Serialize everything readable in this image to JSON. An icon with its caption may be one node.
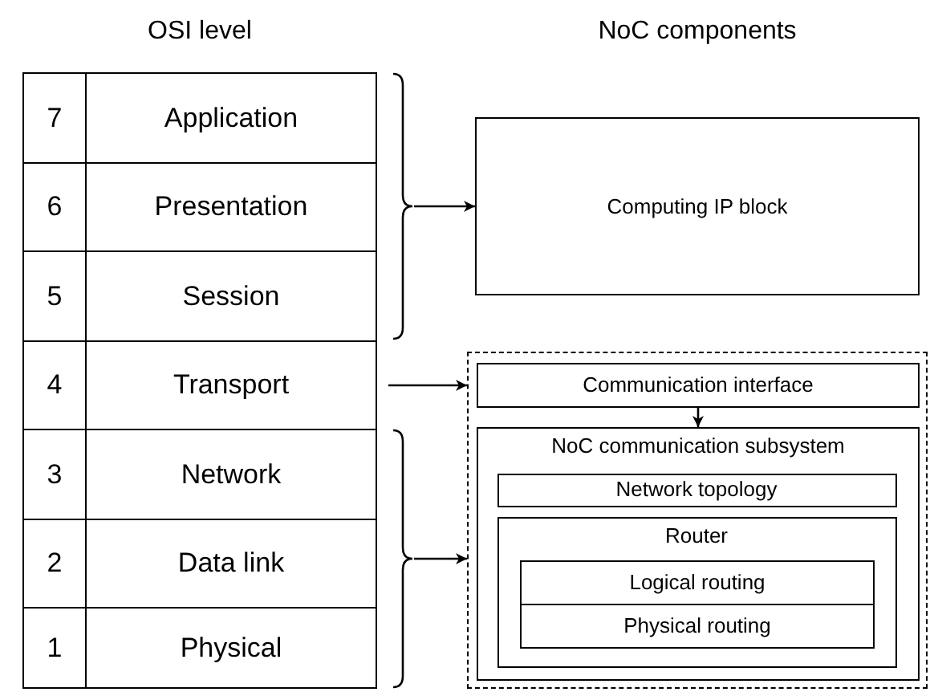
{
  "diagram": {
    "nodes": [
      {
        "text": [
          "7",
          "Application"
        ]
      },
      {
        "text": [
          "6",
          "Presentation"
        ]
      },
      {
        "text": [
          "5",
          "Session"
        ]
      },
      {
        "text": [
          "4",
          "Transport"
        ]
      },
      {
        "text": [
          "3",
          "Network"
        ]
      },
      {
        "text": [
          "2",
          "Data link"
        ]
      },
      {
        "text": [
          "1",
          "Physical"
        ]
      },
      {
        "text": [],
        "shape": "brace"
      },
      {
        "text": [],
        "shape": "brace"
      },
      {
        "text": [
          "Computing IP block"
        ]
      },
      {
        "text": [],
        "shape": "box"
      },
      {
        "text": [
          "Communication interface"
        ],
        "in": 10
      },
      {
        "text": [
          "NoC communication subsystem"
        ],
        "in": 10
      },
      {
        "text": [
          "Network topology"
        ],
        "in": 12
      },
      {
        "text": [
          "Router"
        ],
        "in": 12
      },
      {
        "text": [
          "Logical routing"
        ],
        "in": 14
      },
      {
        "text": [
          "Physical routing"
        ],
        "in": 14
      }
    ],
    "edges": [
      {
        "from": 7,
        "to": 9,
        "arrow": "to"
      },
      {
        "from": 3,
        "to": 10,
        "arrow": "to"
      },
      {
        "from": 8,
        "to": 10,
        "arrow": "to"
      },
      {
        "from": 11,
        "to": 12,
        "arrow": "to"
      }
    ],
    "labels": [
      "OSI level",
      "NoC components"
    ]
  }
}
